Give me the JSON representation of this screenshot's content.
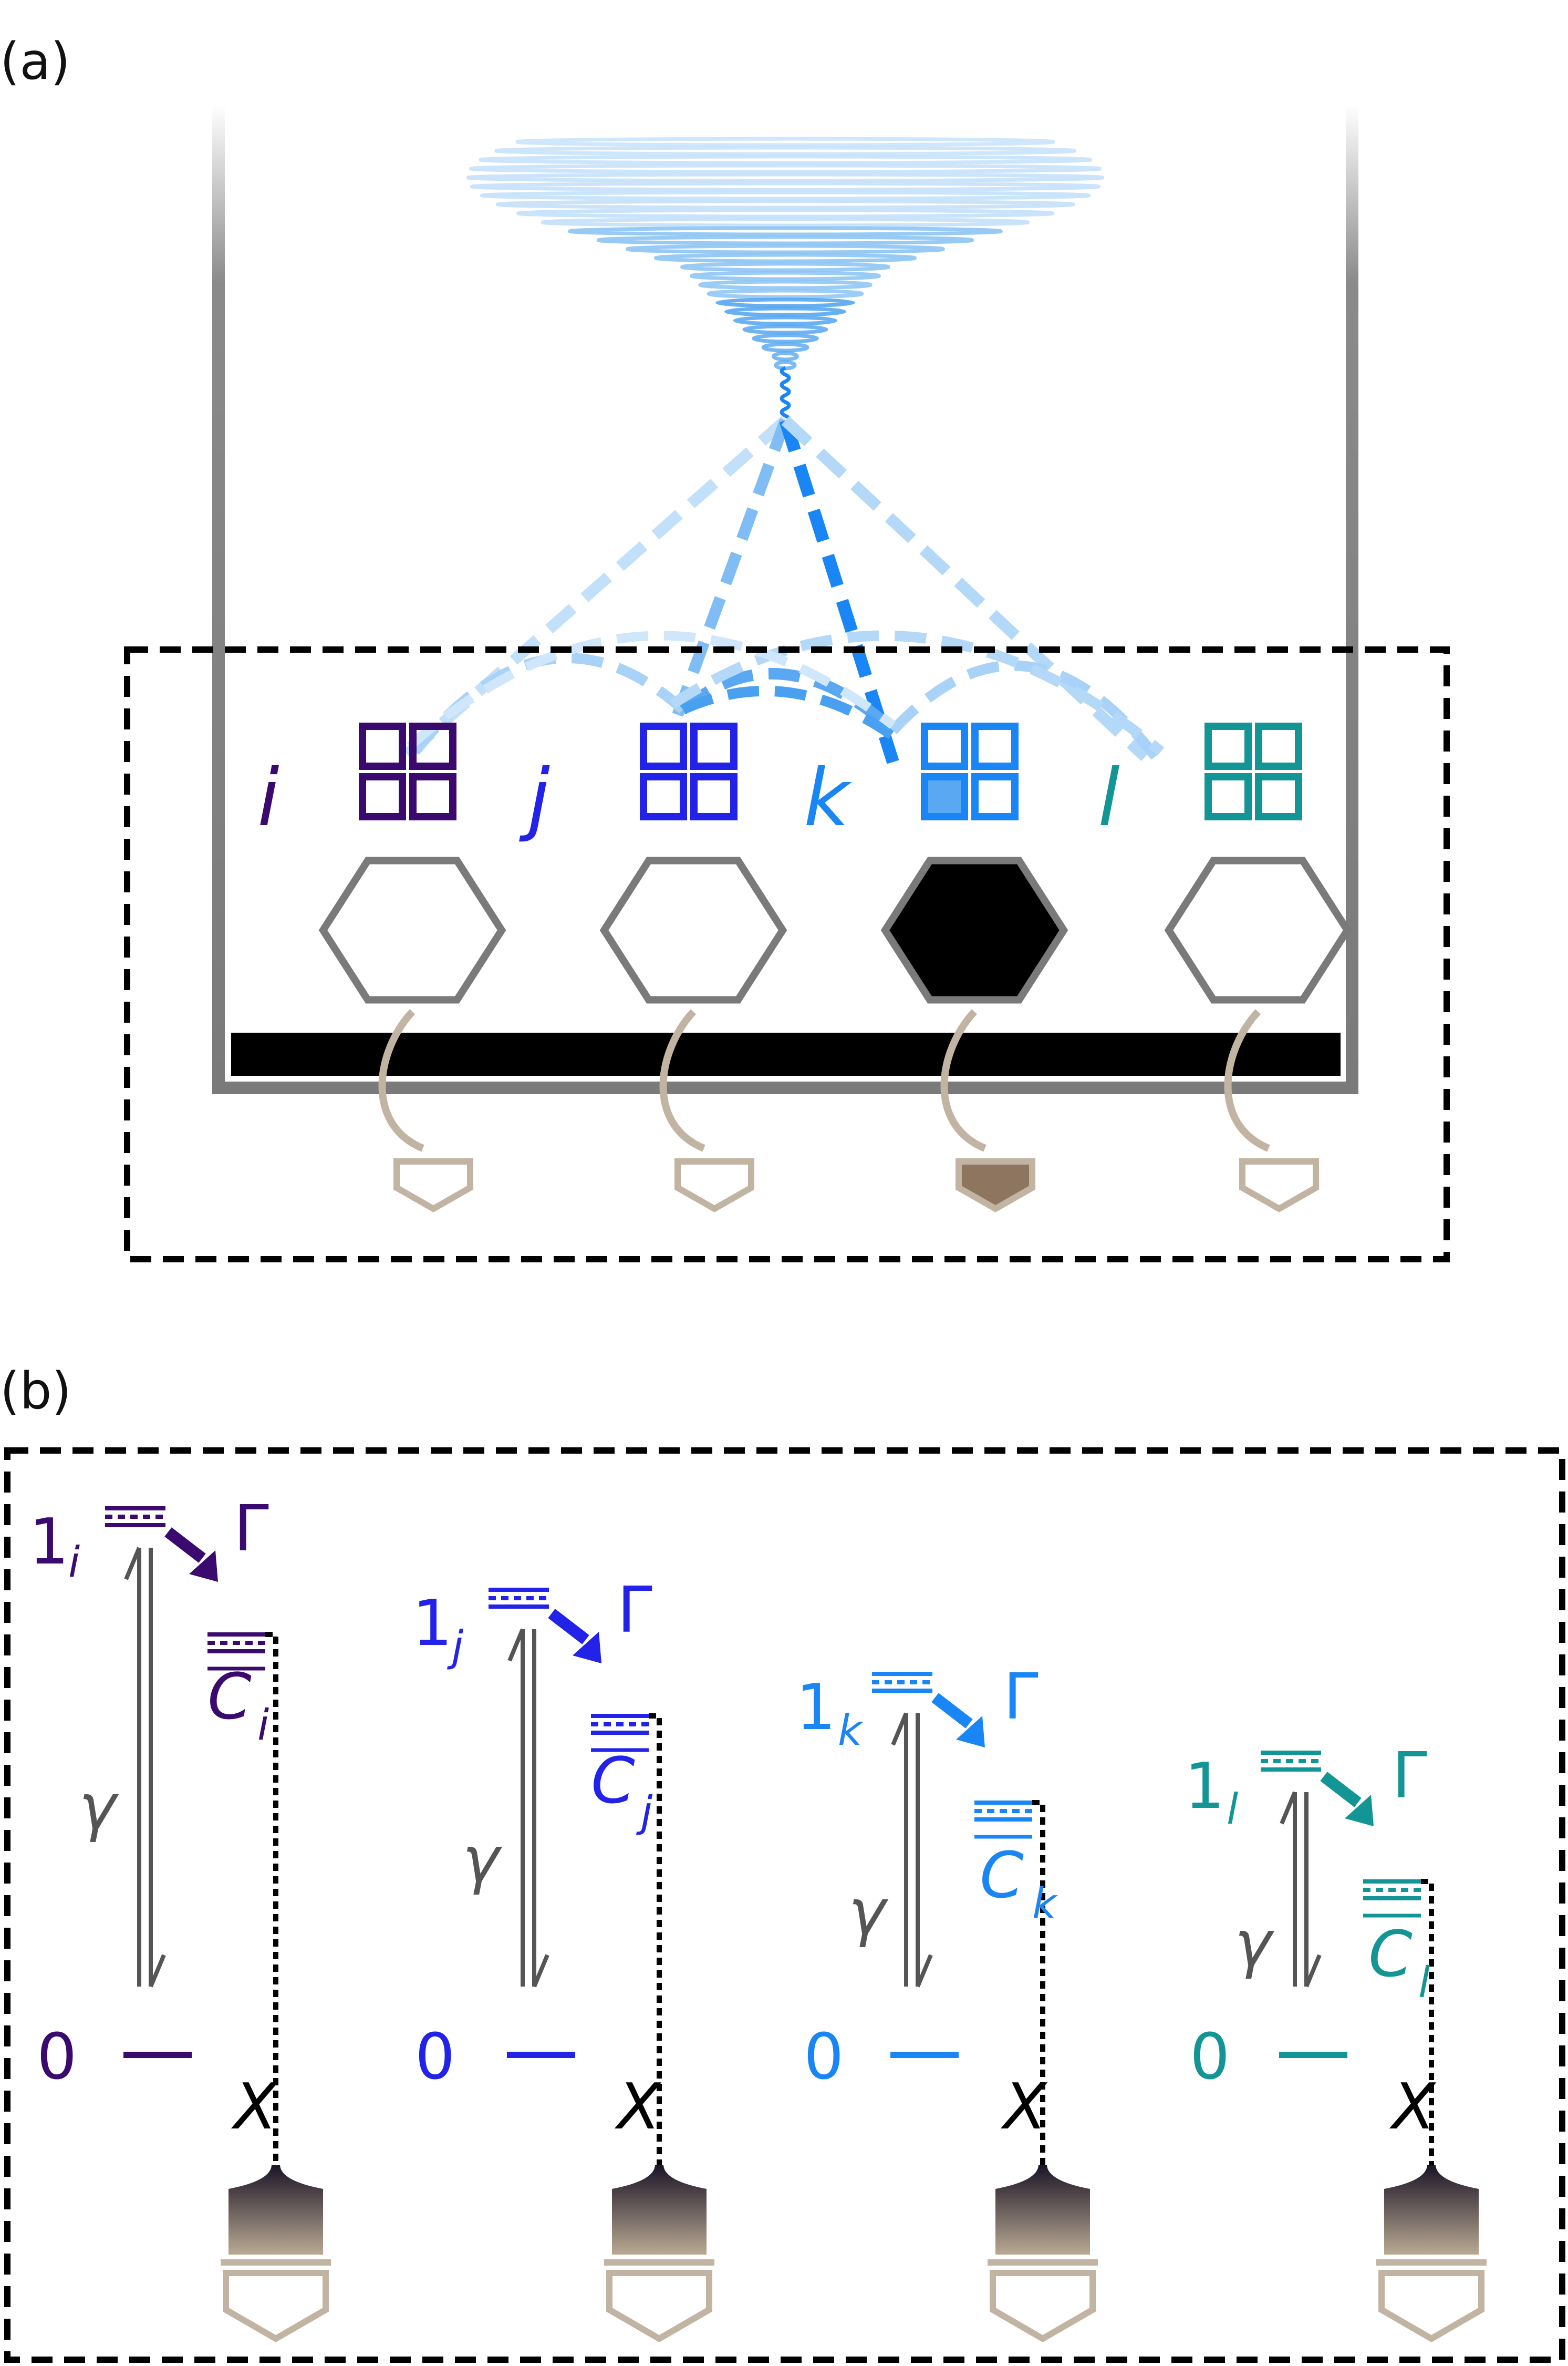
{
  "panel_a": {
    "label": "(a)",
    "sites": [
      {
        "id": "i",
        "color": "#3a0a6e",
        "filled_square": false,
        "hex_filled": false,
        "detector_filled": false
      },
      {
        "id": "j",
        "color": "#2222e8",
        "filled_square": false,
        "hex_filled": false,
        "detector_filled": false
      },
      {
        "id": "k",
        "color": "#1a86f5",
        "filled_square": true,
        "hex_filled": true,
        "detector_filled": true
      },
      {
        "id": "l",
        "color": "#139595",
        "filled_square": false,
        "hex_filled": false,
        "detector_filled": false
      }
    ]
  },
  "panel_b": {
    "label": "(b)",
    "gamma_label": "Γ",
    "gamma_small_label": "γ",
    "x_label": "X",
    "ground_label": "0",
    "levels": [
      {
        "excited_label": "1",
        "sub": "i",
        "cavity_label": "C",
        "color": "#3a0a6e"
      },
      {
        "excited_label": "1",
        "sub": "j",
        "cavity_label": "C",
        "color": "#2222e8"
      },
      {
        "excited_label": "1",
        "sub": "k",
        "cavity_label": "C",
        "color": "#1a86f5"
      },
      {
        "excited_label": "1",
        "sub": "l",
        "cavity_label": "C",
        "color": "#139595"
      }
    ]
  },
  "colors": {
    "wall_gray": "#7a7a7a",
    "detector_tan": "#c2b4a3",
    "detector_dark": "#8d7560",
    "pulse_light": "#b4d8f8",
    "pulse_mid": "#6cb2f2",
    "pulse_dark": "#1a86f5"
  }
}
